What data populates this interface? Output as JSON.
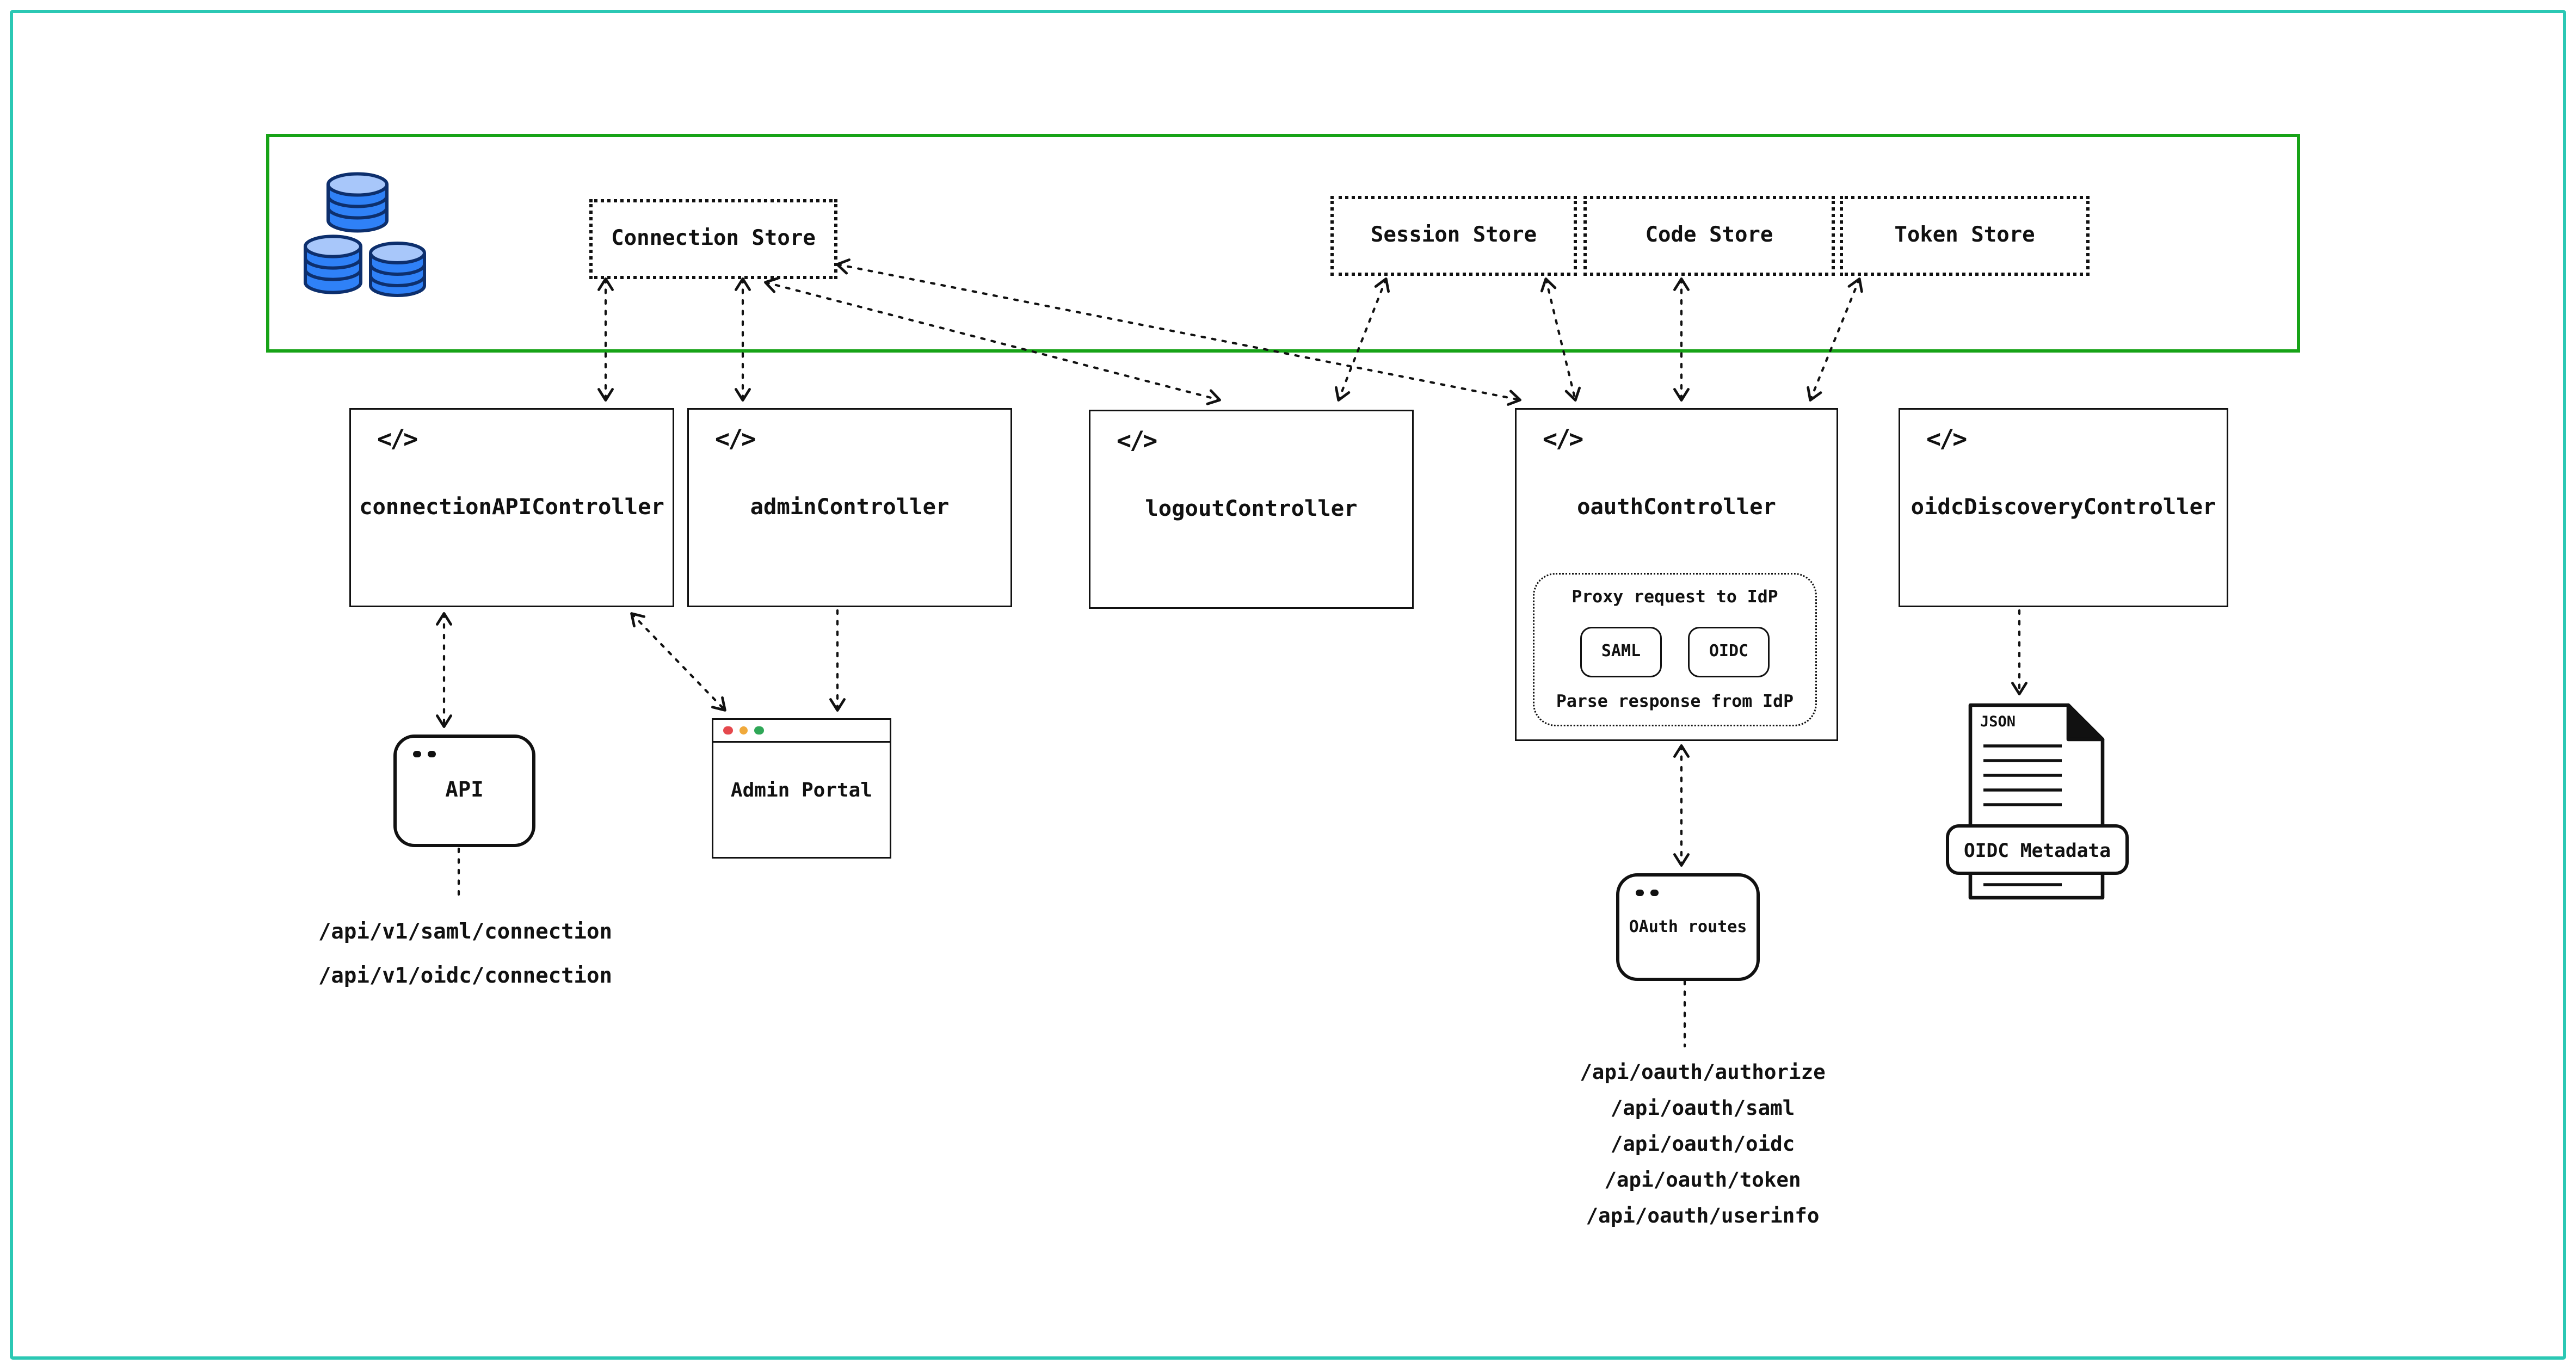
{
  "colors": {
    "frame_border": "#2bc8b4",
    "data_layer_border": "#17a317",
    "database_blue": "#2f81f7",
    "stroke": "#111111",
    "window_dots": [
      "#e5484d",
      "#f0a93b",
      "#2fa757"
    ]
  },
  "icons": {
    "code": "</>"
  },
  "data_layer": {
    "stores": [
      {
        "label": "Connection Store"
      },
      {
        "label": "Session Store"
      },
      {
        "label": "Code Store"
      },
      {
        "label": "Token Store"
      }
    ]
  },
  "controllers": [
    {
      "label": "connectionAPIController"
    },
    {
      "label": "adminController"
    },
    {
      "label": "logoutController"
    },
    {
      "label": "oauthController"
    },
    {
      "label": "oidcDiscoveryController"
    }
  ],
  "oauth_proxy": {
    "top_label": "Proxy request to IdP",
    "bottom_label": "Parse response from IdP",
    "protocols": [
      {
        "label": "SAML"
      },
      {
        "label": "OIDC"
      }
    ]
  },
  "clients": {
    "api": {
      "label": "API"
    },
    "admin_portal": {
      "label": "Admin Portal"
    },
    "oauth_routes": {
      "label": "OAuth routes"
    },
    "oidc_metadata": {
      "label": "OIDC Metadata",
      "file_type": "JSON"
    }
  },
  "endpoints": {
    "connection_api": [
      "/api/v1/saml/connection",
      "/api/v1/oidc/connection"
    ],
    "oauth": [
      "/api/oauth/authorize",
      "/api/oauth/saml",
      "/api/oauth/oidc",
      "/api/oauth/token",
      "/api/oauth/userinfo"
    ]
  }
}
